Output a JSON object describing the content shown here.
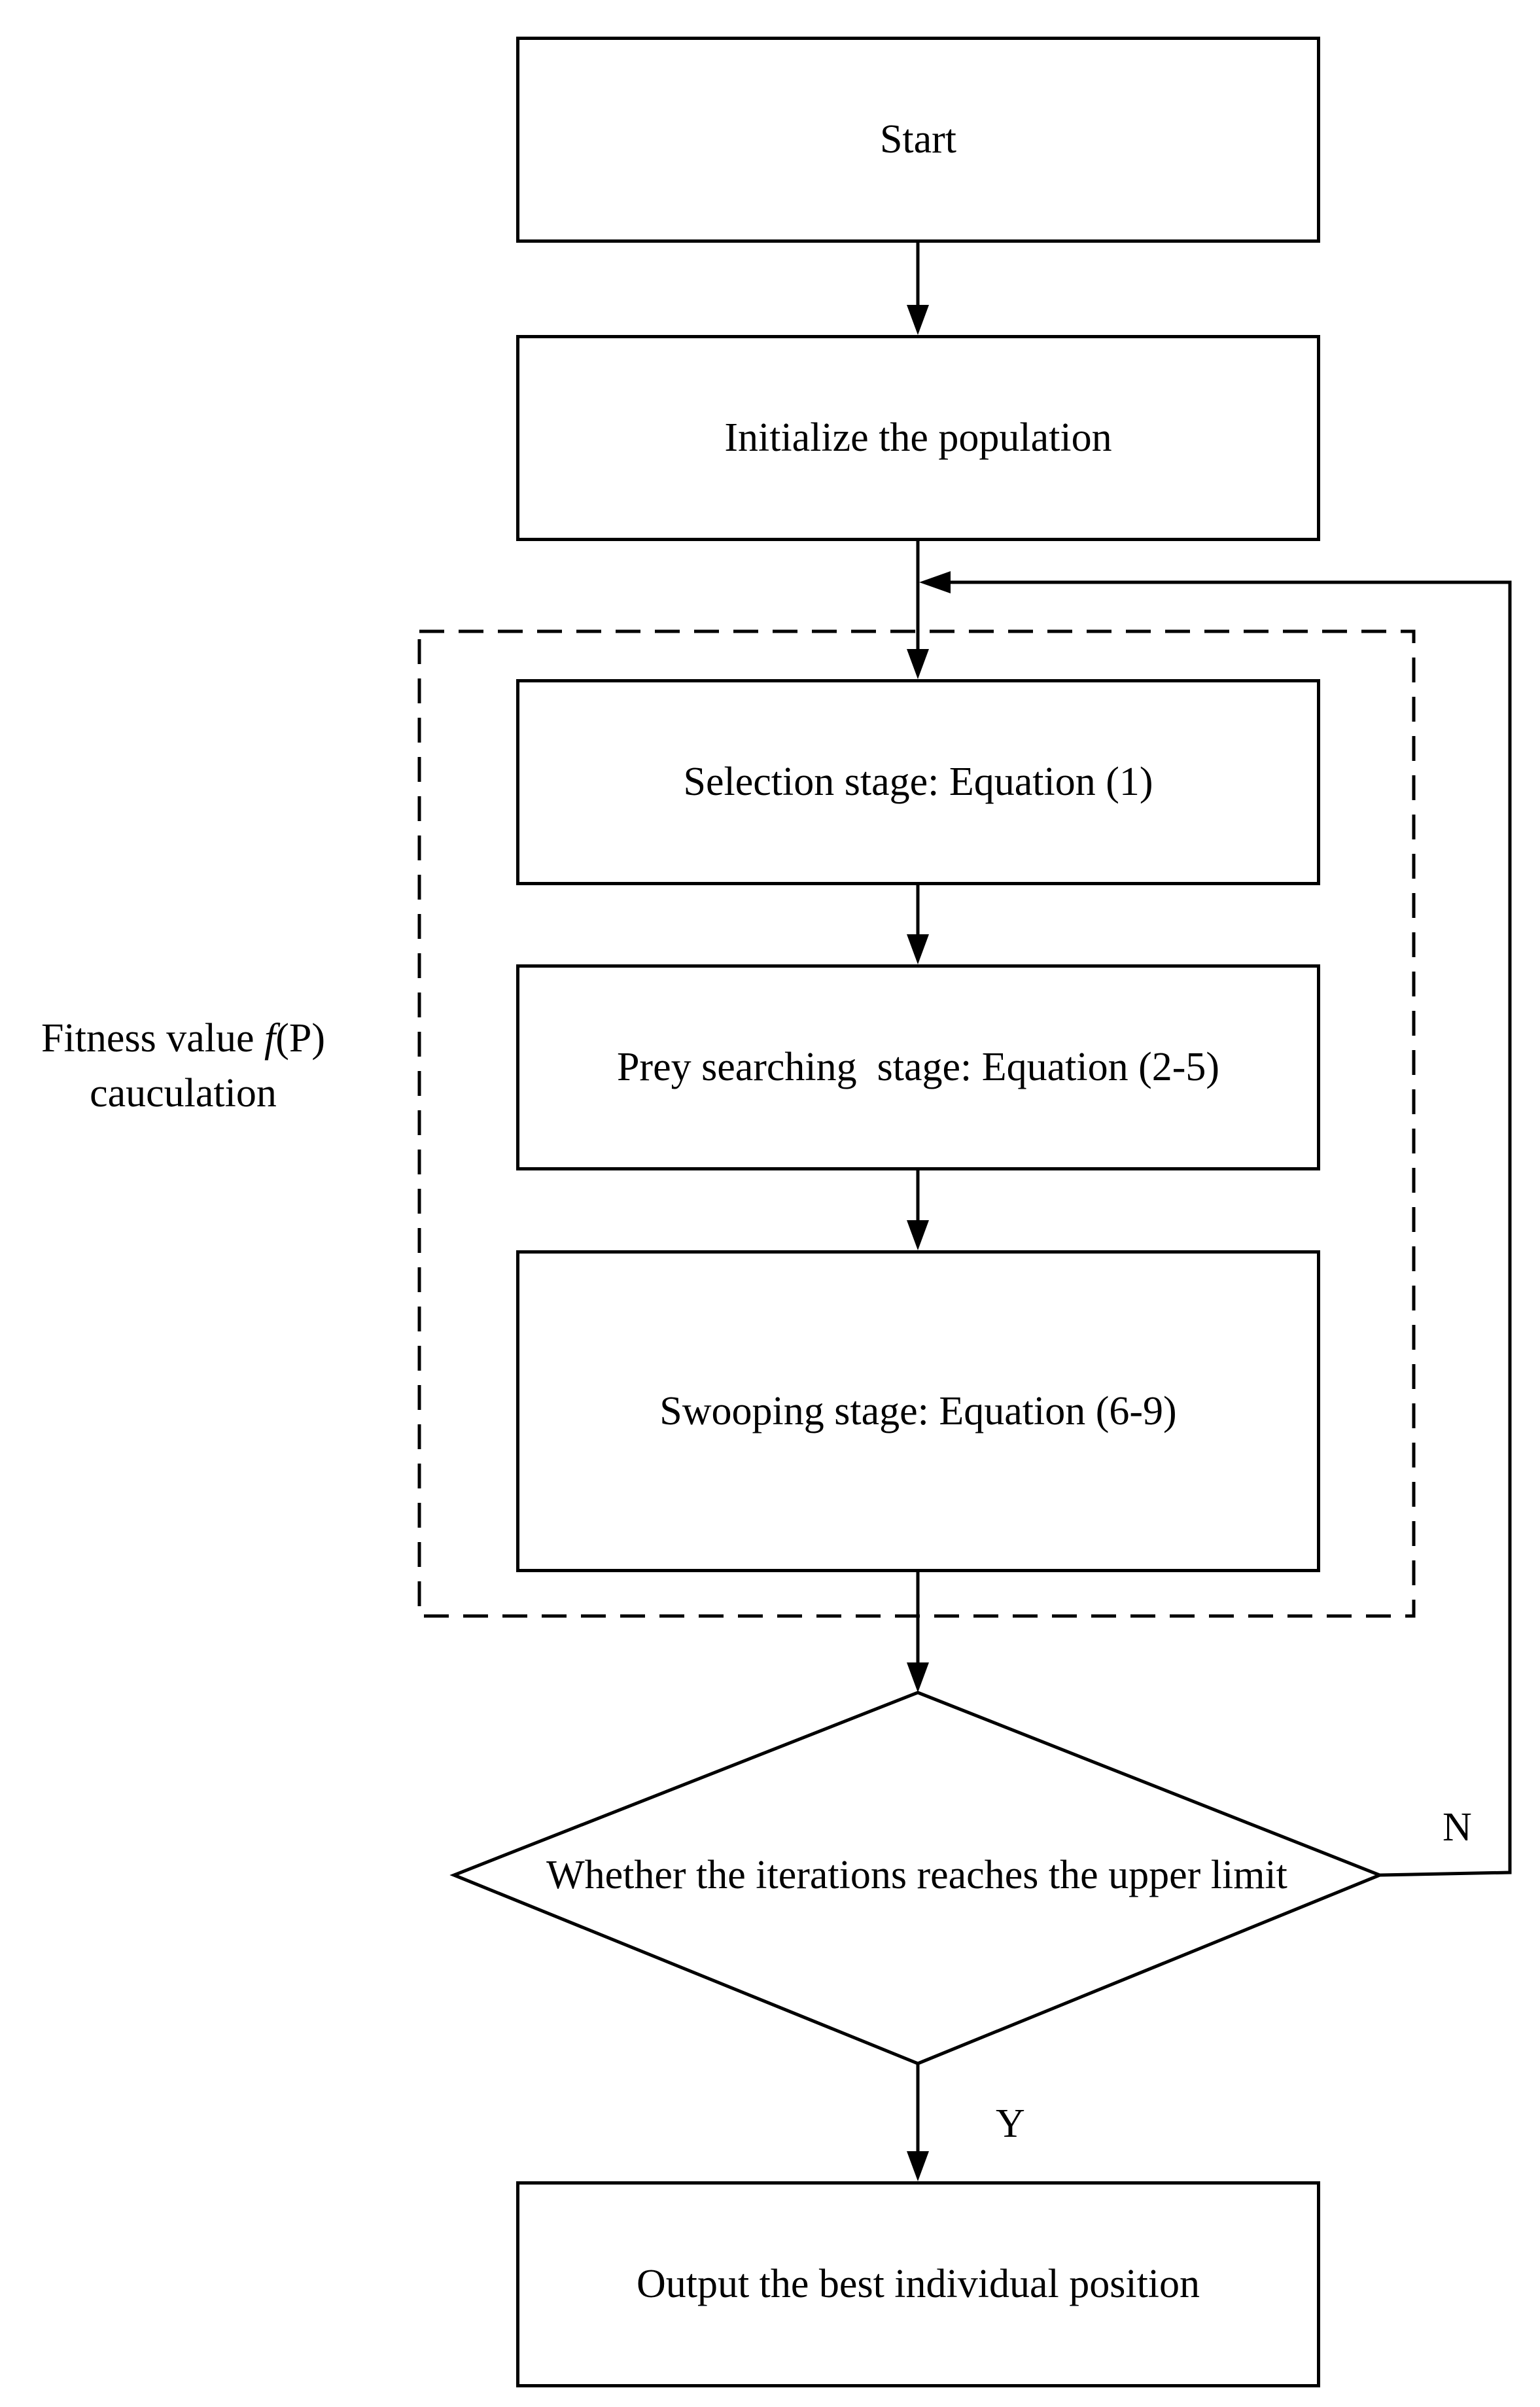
{
  "nodes": {
    "start": "Start",
    "init": "Initialize the population",
    "selection": "Selection stage: Equation (1)",
    "prey": "Prey searching  stage: Equation (2-5)",
    "swoop": "Swooping stage: Equation (6-9)",
    "decision": "Whether the iterations reaches the upper limit",
    "output": "Output the best individual position"
  },
  "group_label": {
    "prefix": "Fitness value ",
    "func": "f",
    "arg": "(P)",
    "line2": "cauculation"
  },
  "edge_labels": {
    "no": "N",
    "yes": "Y"
  },
  "colors": {
    "stroke": "#000000",
    "background": "#ffffff"
  }
}
